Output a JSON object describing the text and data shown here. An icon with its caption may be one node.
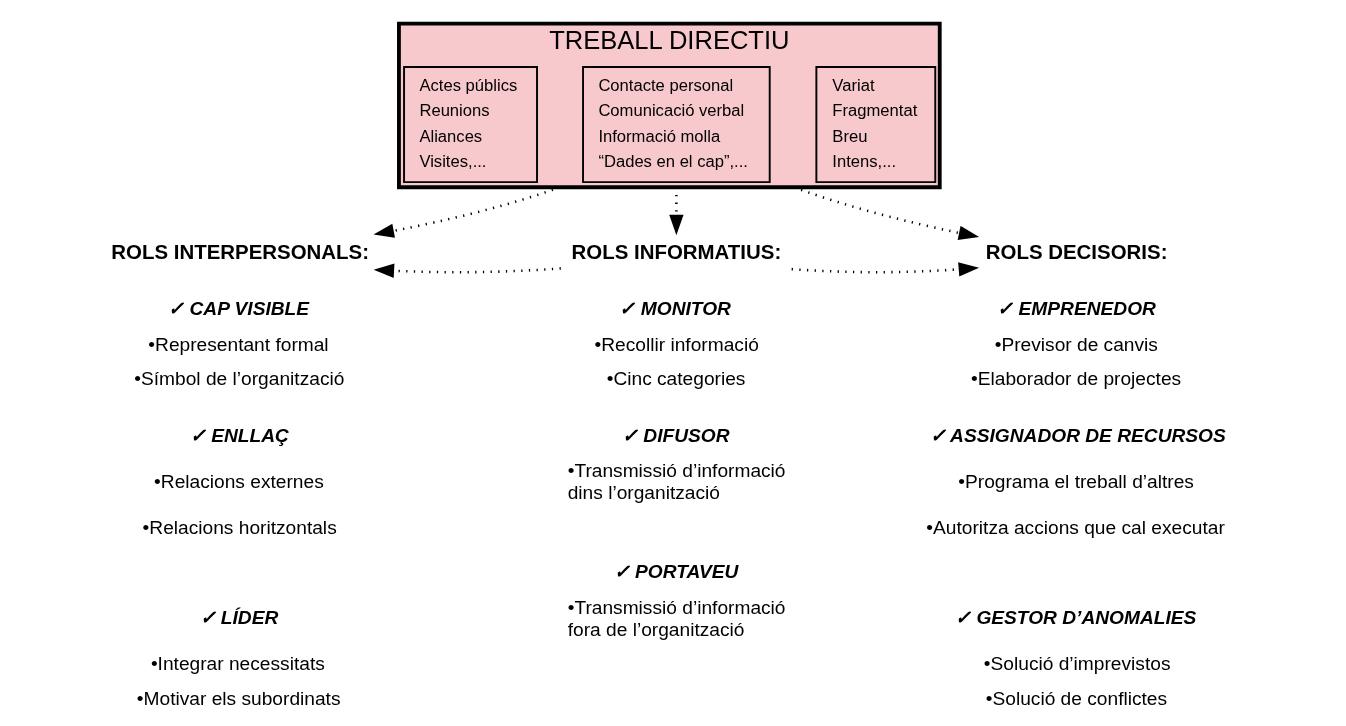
{
  "diagram": {
    "nodes": [
      {
        "text": [
          "TREBALL DIRECTIU"
        ]
      },
      {
        "text": [
          "Actes públics",
          "Reunions",
          "Aliances",
          "Visites,..."
        ],
        "in": 0
      },
      {
        "text": [
          "Contacte personal",
          "Comunicació verbal",
          "Informació molla",
          "“Dades en el cap”,..."
        ],
        "in": 0
      },
      {
        "text": [
          "Variat",
          "Fragmentat",
          "Breu",
          "Intens,..."
        ],
        "in": 0
      },
      {
        "text": [
          "ROLS INTERPERSONALS:"
        ]
      },
      {
        "text": [
          "ROLS INFORMATIUS:"
        ]
      },
      {
        "text": [
          "ROLS DECISORIS:"
        ]
      }
    ],
    "edges": [
      {
        "from": 0,
        "to": 4,
        "arrow": "to",
        "style": "dashed"
      },
      {
        "from": 0,
        "to": 5,
        "arrow": "to",
        "style": "dashed"
      },
      {
        "from": 0,
        "to": 6,
        "arrow": "to",
        "style": "dashed"
      },
      {
        "from": 5,
        "to": 4,
        "arrow": "to",
        "style": "dashed"
      },
      {
        "from": 5,
        "to": 6,
        "arrow": "to",
        "style": "dashed"
      }
    ],
    "labels": [
      "✓ CAP VISIBLE",
      "•Representant formal",
      "•Símbol de l’organització",
      "✓ ENLLAÇ",
      "•Relacions externes",
      "•Relacions horitzontals",
      "✓ LÍDER",
      "•Integrar necessitats",
      "•Motivar els subordinats",
      "✓ MONITOR",
      "•Recollir informació",
      "•Cinc categories",
      "✓ DIFUSOR",
      "•Transmissió d’informació dins l’organització",
      "✓ PORTAVEU",
      "•Transmissió d’informació fora de l’organització",
      "✓ EMPRENEDOR",
      "•Previsor de canvis",
      "•Elaborador de projectes",
      "✓ ASSIGNADOR DE RECURSOS",
      "•Programa el treball d’altres",
      "•Autoritza accions que cal executar",
      "✓ GESTOR D’ANOMALIES",
      "•Solució d’imprevistos",
      "•Solució de conflictes"
    ]
  }
}
